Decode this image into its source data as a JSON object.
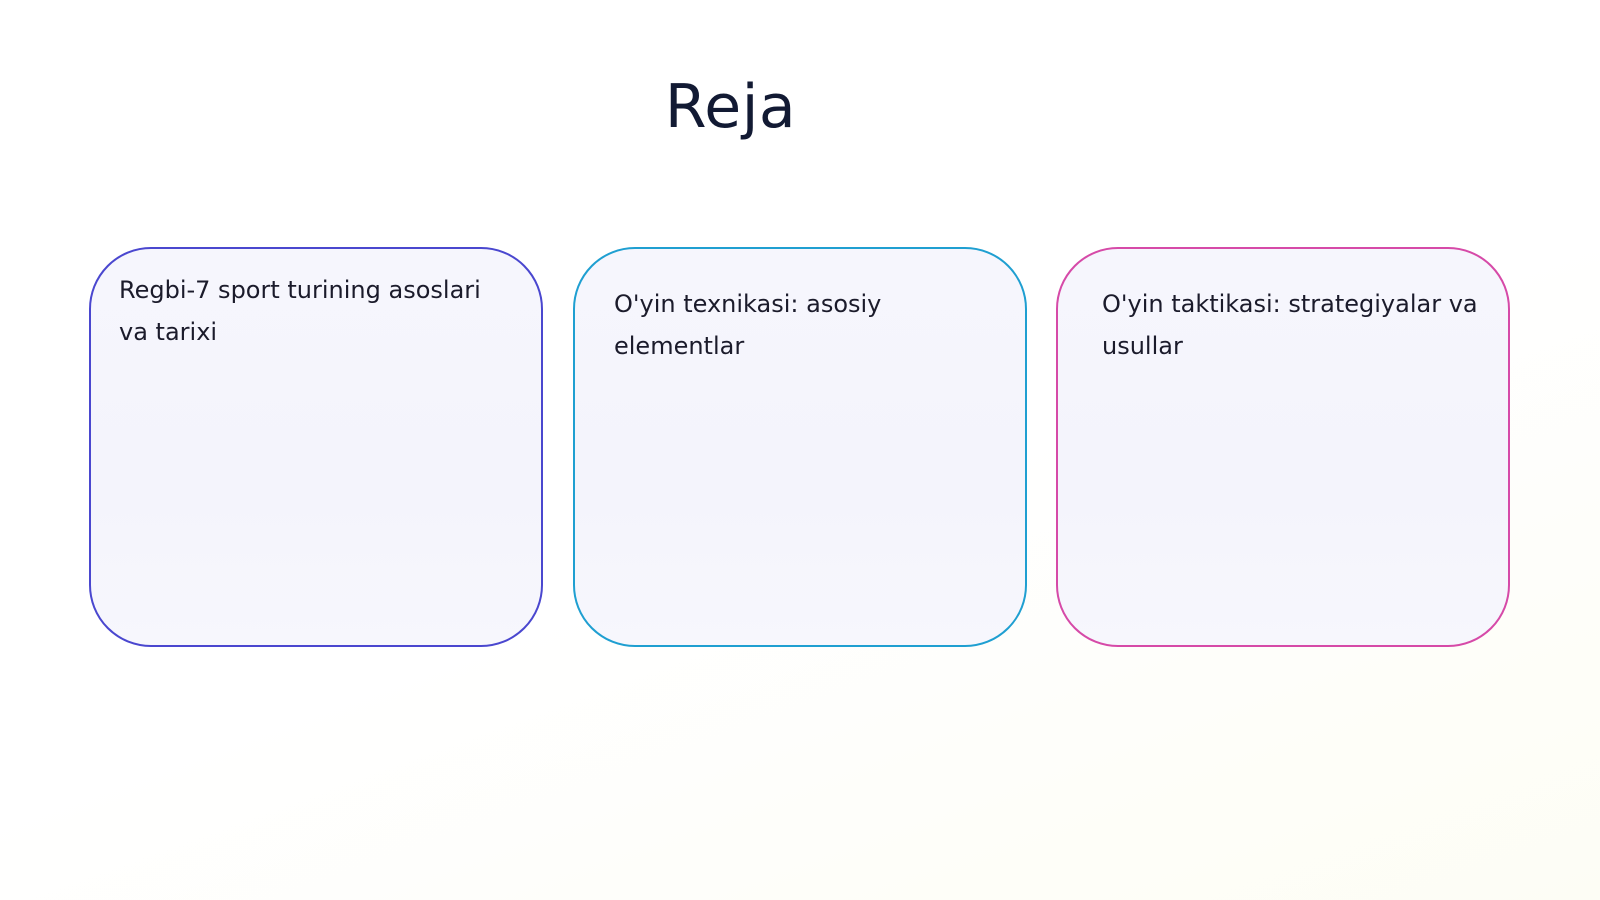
{
  "slide": {
    "title": "Reja",
    "cards": [
      {
        "text": "Regbi-7 sport turining asoslari va tarixi",
        "border_color": "#4a47cf"
      },
      {
        "text": "O'yin texnikasi: asosiy elementlar",
        "border_color": "#1f9fd1"
      },
      {
        "text": "O'yin taktikasi: strategiyalar va usullar",
        "border_color": "#d64aa8"
      }
    ]
  }
}
